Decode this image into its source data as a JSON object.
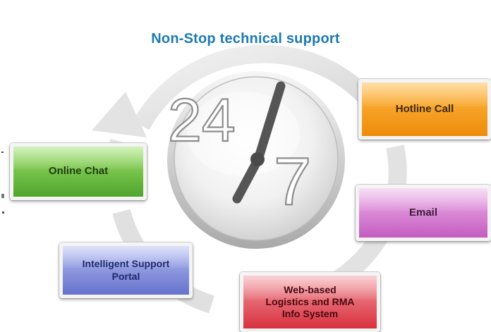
{
  "title": "Non-Stop technical support",
  "clock": {
    "hours_label": "24",
    "days_label": "7"
  },
  "services": {
    "hotline": "Hotline Call",
    "email": "Email",
    "chat": "Online Chat",
    "portal_line1": "Intelligent Support",
    "portal_line2": "Portal",
    "web_line1": "Web-based",
    "web_line2": "Logistics and RMA",
    "web_line3": "Info System"
  },
  "colors": {
    "title": "#1d7ab3",
    "hotline": "#f39a1c",
    "email": "#d77ad3",
    "chat": "#6cc03f",
    "portal": "#8590de",
    "web": "#e54b57"
  }
}
